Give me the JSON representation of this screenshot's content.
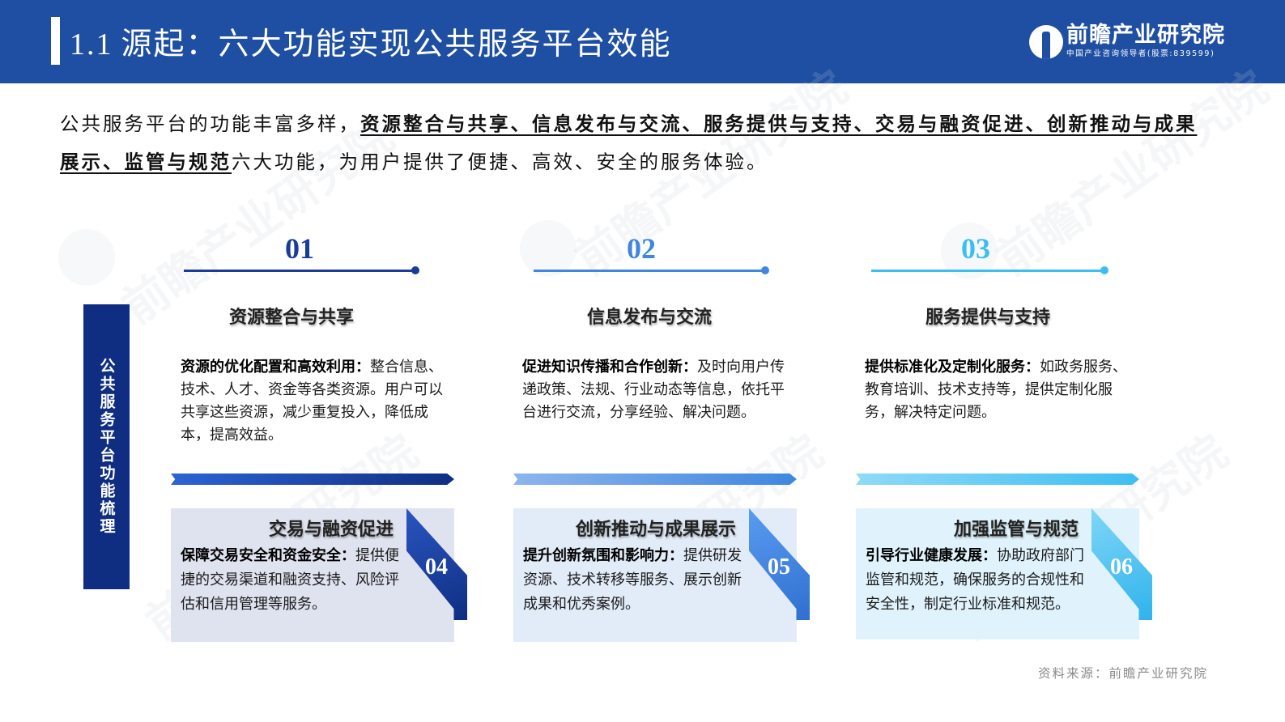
{
  "header": {
    "section_number": "1.1",
    "title": "源起：六大功能实现公共服务平台效能",
    "background_color": "#1f4fa3"
  },
  "logo": {
    "icon": "qianzhan-logo-icon",
    "name": "前瞻产业研究院",
    "tagline": "中国产业咨询领导者(股票:839599)"
  },
  "intro": {
    "prefix": "公共服务平台的功能丰富多样，",
    "highlight": "资源整合与共享、信息发布与交流、服务提供与支持、交易与融资促进、创新推动与成果展示、监管与规范",
    "suffix": "六大功能，为用户提供了便捷、高效、安全的服务体验。"
  },
  "side_label": "公共服务平台功能梳理",
  "top_items": [
    {
      "number": "01",
      "color": "#1a3c99",
      "title": "资源整合与共享",
      "lead": "资源的优化配置和高效利用：",
      "text": "整合信息、技术、人才、资金等各类资源。用户可以共享这些资源，减少重复投入，降低成本，提高效益。"
    },
    {
      "number": "02",
      "color": "#3f86e0",
      "title": "信息发布与交流",
      "lead": "促进知识传播和合作创新：",
      "text": "及时向用户传递政策、法规、行业动态等信息，依托平台进行交流，分享经验、解决问题。"
    },
    {
      "number": "03",
      "color": "#3dbef2",
      "title": "服务提供与支持",
      "lead": "提供标准化及定制化服务：",
      "text": "如政务服务、教育培训、技术支持等，提供定制化服务，解决特定问题。"
    }
  ],
  "bottom_items": [
    {
      "number": "04",
      "title": "交易与融资促进",
      "lead": "保障交易安全和资金安全：",
      "text": "提供便捷的交易渠道和融资支持、风险评估和信用管理等服务。",
      "card_bg": "#dfe2ef",
      "tab_color": "#1a3c99",
      "arrow_gradient": [
        "#2d63d6",
        "#0f2e82"
      ]
    },
    {
      "number": "05",
      "title": "创新推动与成果展示",
      "lead": "提升创新氛围和影响力：",
      "text": "提供研发资源、技术转移等服务、展示创新成果和优秀案例。",
      "card_bg": "#e2ebf8",
      "tab_color": "#3f86e0",
      "arrow_gradient": [
        "#8cb5ee",
        "#3f86e0"
      ]
    },
    {
      "number": "06",
      "title": "加强监管与规范",
      "lead": "引导行业健康发展：",
      "text": "协助政府部门监管和规范，确保服务的合规性和安全性，制定行业标准和规范。",
      "card_bg": "#e0f3fc",
      "tab_color": "#3dbef2",
      "arrow_gradient": [
        "#8fdaf7",
        "#3dbef2"
      ]
    }
  ],
  "source": "资料来源：前瞻产业研究院"
}
